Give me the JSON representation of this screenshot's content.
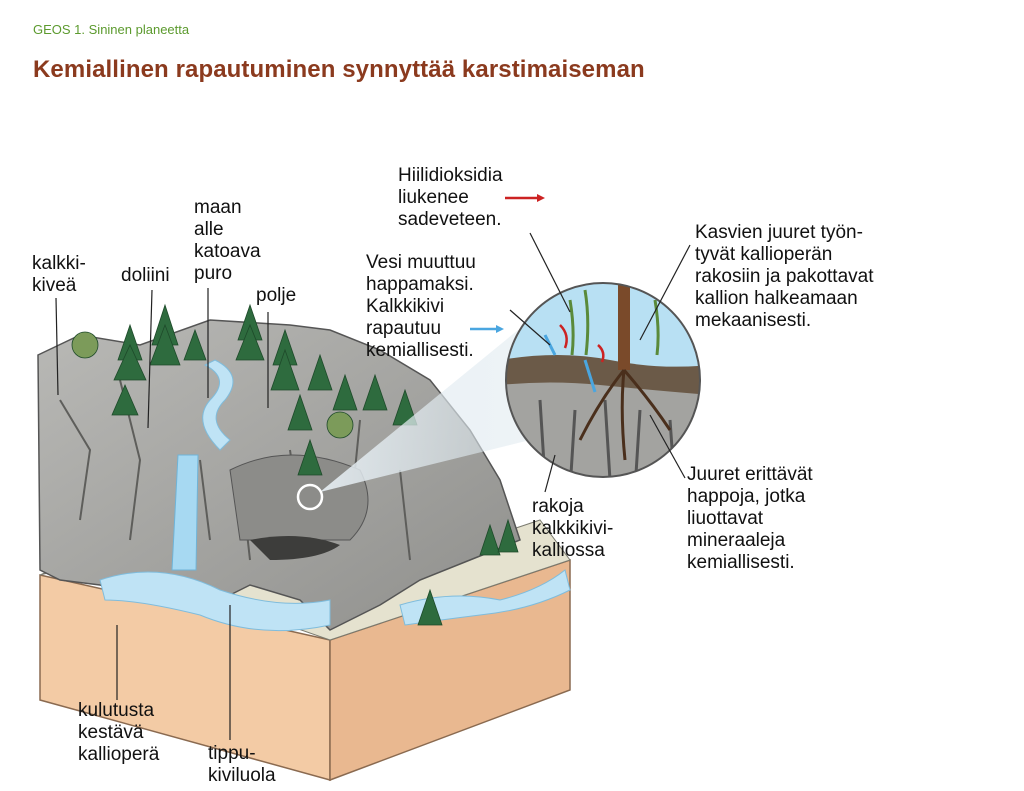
{
  "header": {
    "series": "GEOS 1. Sininen planeetta",
    "title": "Kemiallinen rapautuminen synnyttää karstimaiseman"
  },
  "labels": {
    "kalkkikivea": [
      "kalkki-",
      "kiveä"
    ],
    "doliini": [
      "doliini"
    ],
    "puro": [
      "maan",
      "alle",
      "katoava",
      "puro"
    ],
    "polje": [
      "polje"
    ],
    "hiilidioksidi": [
      "Hiilidioksidia",
      "liukenee",
      "sadeveteen."
    ],
    "vesi": [
      "Vesi muuttuu",
      "happamaksi.",
      "Kalkkikivi",
      "rapautuu",
      "kemiallisesti."
    ],
    "juuret_mek": [
      "Kasvien juuret työn-",
      "tyvät kallioperän",
      "rakosiin ja pakottavat",
      "kallion halkeamaan",
      "mekaanisesti."
    ],
    "juuret_kem": [
      "Juuret erittävät",
      "happoja, jotka",
      "liuottavat",
      "mineraaleja",
      "kemiallisesti."
    ],
    "rakoja": [
      "rakoja",
      "kalkkikivi-",
      "kalliossa"
    ],
    "kulutusta": [
      "kulutusta",
      "kestävä",
      "kallioperä"
    ],
    "tippukiviluola": [
      "tippu-",
      "kiviluola"
    ]
  },
  "colors": {
    "co2_arrow": "#cc2222",
    "water_arrow": "#4aa6e0",
    "rock": "#a7a7a4",
    "soil": "#f2c9a3",
    "water": "#bfe3f5",
    "tree": "#2e6b3e"
  }
}
